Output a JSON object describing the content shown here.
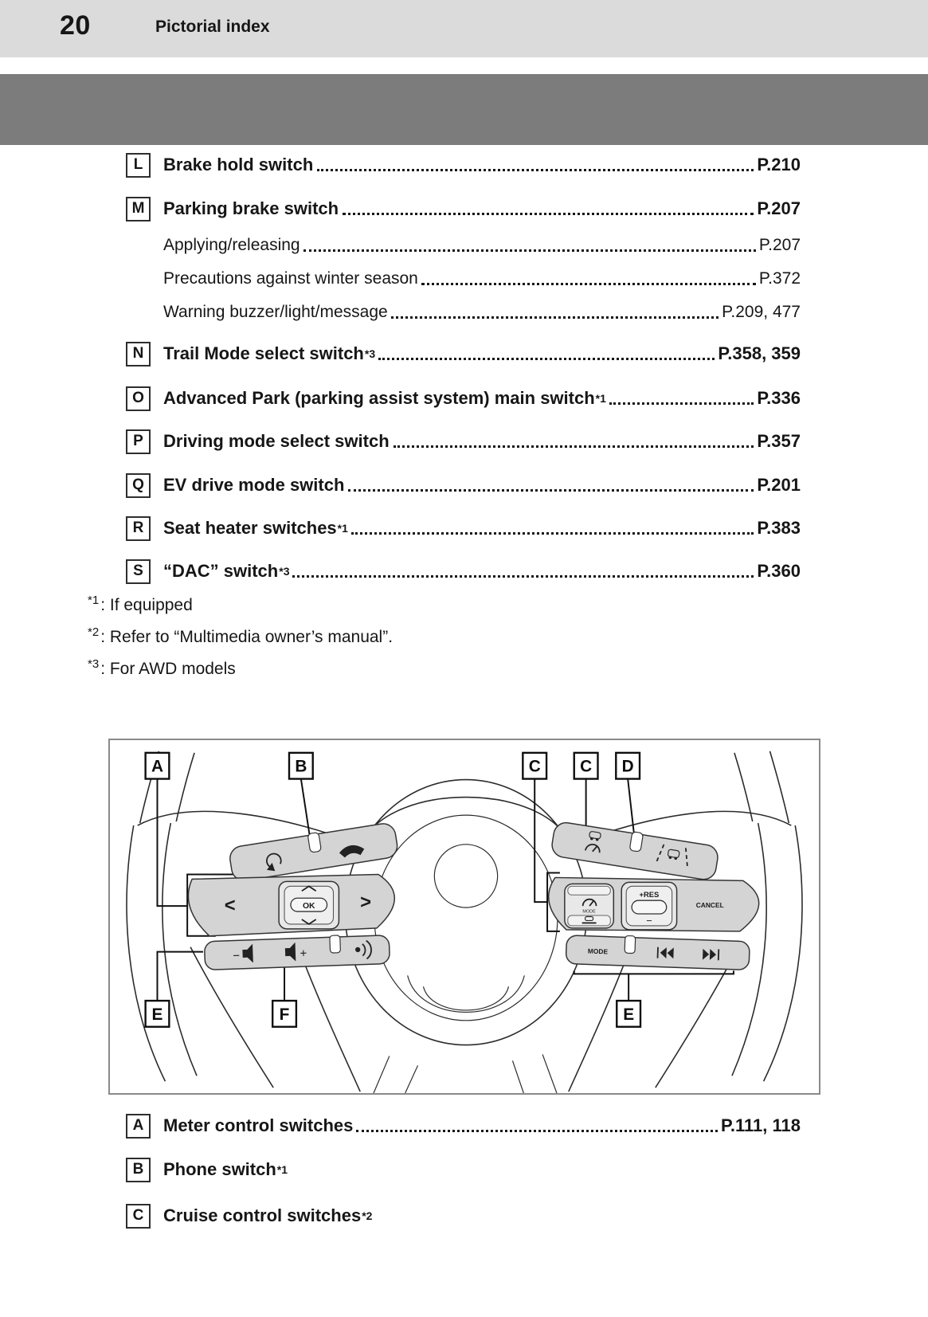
{
  "page": {
    "number": "20",
    "section_title": "Pictorial index"
  },
  "toc": {
    "items": [
      {
        "key": "L",
        "label": "Brake hold switch",
        "sup": "",
        "pages": "P.210"
      },
      {
        "key": "M",
        "label": "Parking brake switch",
        "sup": "",
        "pages": "P.207"
      },
      {
        "key": "",
        "label": "Applying/releasing",
        "sup": "",
        "pages": "P.207"
      },
      {
        "key": "",
        "label": "Precautions against winter season",
        "sup": "",
        "pages": "P.372"
      },
      {
        "key": "",
        "label": "Warning buzzer/light/message",
        "sup": "",
        "pages": "P.209, 477"
      },
      {
        "key": "N",
        "label": "Trail Mode select switch",
        "sup": "*3",
        "pages": "P.358, 359"
      },
      {
        "key": "O",
        "label": "Advanced Park (parking assist system) main switch",
        "sup": "*1",
        "pages": "P.336"
      },
      {
        "key": "P",
        "label": "Driving mode select switch",
        "sup": "",
        "pages": "P.357"
      },
      {
        "key": "Q",
        "label": "EV drive mode switch",
        "sup": "",
        "pages": "P.201"
      },
      {
        "key": "R",
        "label": "Seat heater switches",
        "sup": "*1",
        "pages": "P.383"
      },
      {
        "key": "S",
        "label": "“DAC” switch",
        "sup": "*3",
        "pages": "P.360"
      }
    ]
  },
  "footnotes": [
    {
      "marker": "*1",
      "text": ": If equipped"
    },
    {
      "marker": "*2",
      "text": ": Refer to “Multimedia owner’s manual”."
    },
    {
      "marker": "*3",
      "text": ": For AWD models"
    }
  ],
  "diagram": {
    "callouts_top": [
      "A",
      "B",
      "C",
      "C",
      "D"
    ],
    "callouts_bottom": [
      "E",
      "F",
      "E"
    ],
    "buttons": {
      "ok": "OK",
      "nav_left": "<",
      "nav_right": ">",
      "res": "+RES",
      "minus": "−",
      "cancel": "CANCEL",
      "mode_gauge": "MODE",
      "mode_audio": "MODE"
    }
  },
  "legend": {
    "items": [
      {
        "key": "A",
        "label": "Meter control switches",
        "sup": "",
        "pages": "P.111, 118"
      },
      {
        "key": "B",
        "label": "Phone switch",
        "sup": "*1",
        "pages": ""
      },
      {
        "key": "C",
        "label": "Cruise control switches",
        "sup": "*2",
        "pages": ""
      }
    ]
  }
}
